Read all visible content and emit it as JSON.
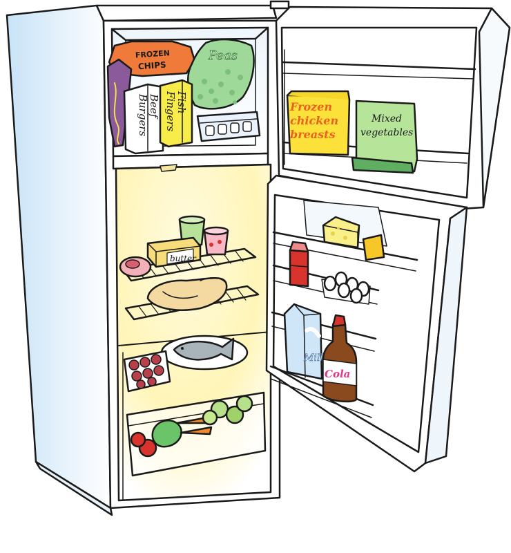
{
  "labels": {
    "frozen_chips_line1": "FROZEN",
    "frozen_chips_line2": "CHIPS",
    "peas": "Peas",
    "beef_burgers_line1": "Beef",
    "beef_burgers_line2": "Burgers",
    "fish_fingers_line1": "Fish",
    "fish_fingers_line2": "Fingers",
    "frozen_chicken_line1": "Frozen",
    "frozen_chicken_line2": "chicken",
    "frozen_chicken_line3": "breasts",
    "mixed_veg_line1": "Mixed",
    "mixed_veg_line2": "vegetables",
    "butter": "butter",
    "milk": "Milk",
    "cola": "Cola"
  },
  "colors": {
    "outline": "#1a1a1a",
    "fridge_body": "#ffffff",
    "side_shade": "#dbeefb",
    "freezer_interior": "#f2f8fc",
    "fridge_light": "#fff7c2",
    "chips_orange": "#f07a3a",
    "chips_purple": "#8a5a9a",
    "peas_green": "#9fd99a",
    "fish_fingers_yellow": "#f7ec4a",
    "chicken_box_yellow": "#fbe13a",
    "chicken_text_orange": "#e8641e",
    "mixed_veg_green": "#b6e59a",
    "butter_yellow": "#f6dc7a",
    "cheese_yellow": "#faf08a",
    "ketchup_red": "#d8332c",
    "milk_blue": "#cfe6f8",
    "cola_brown": "#8a4a1e",
    "cola_pink": "#e0368a",
    "meat_red": "#b6414a",
    "fish_grey": "#a9b4ba",
    "chicken_roast": "#f4d9a0"
  },
  "icons": [
    "refrigerator-icon",
    "frozen-chips-bag-icon",
    "peas-bag-icon",
    "beef-burgers-box-icon",
    "fish-fingers-box-icon",
    "ice-tray-icon",
    "chicken-box-icon",
    "mixed-vegetables-bag-icon",
    "yogurt-icon",
    "butter-icon",
    "ham-icon",
    "roast-chicken-icon",
    "fish-icon",
    "meat-tray-icon",
    "vegetables-drawer-icon",
    "cheese-icon",
    "ketchup-bottle-icon",
    "eggs-icon",
    "milk-carton-icon",
    "cola-bottle-icon"
  ]
}
